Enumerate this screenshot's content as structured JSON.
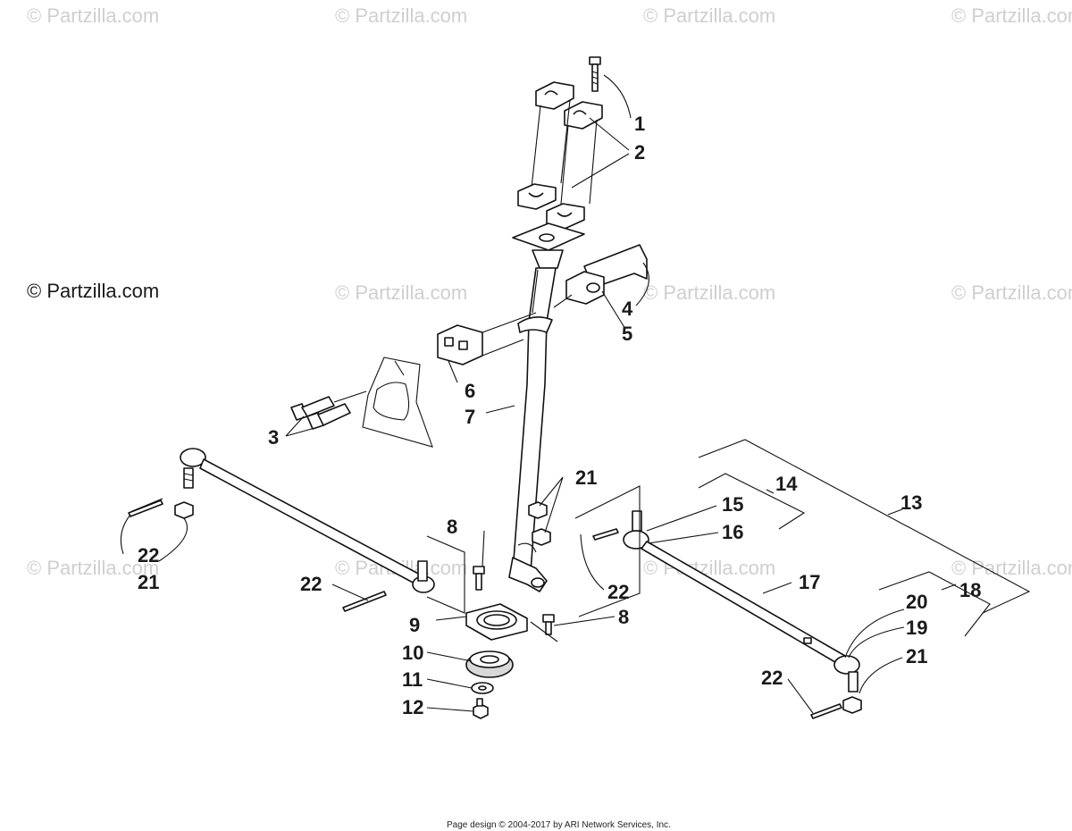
{
  "watermarks": {
    "brand": "© Partzilla.com",
    "main": "© Partzilla.com"
  },
  "callouts": {
    "c1": "1",
    "c2": "2",
    "c3": "3",
    "c4": "4",
    "c5": "5",
    "c6": "6",
    "c7": "7",
    "c8a": "8",
    "c8b": "8",
    "c9": "9",
    "c10": "10",
    "c11": "11",
    "c12": "12",
    "c13": "13",
    "c14": "14",
    "c15": "15",
    "c16": "16",
    "c17": "17",
    "c18": "18",
    "c19": "19",
    "c20": "20",
    "c21a": "21",
    "c21b": "21",
    "c21c": "21",
    "c22a": "22",
    "c22b": "22",
    "c22c": "22",
    "c22d": "22"
  },
  "footer": {
    "text": "Page design © 2004-2017 by ARI Network Services, Inc."
  }
}
